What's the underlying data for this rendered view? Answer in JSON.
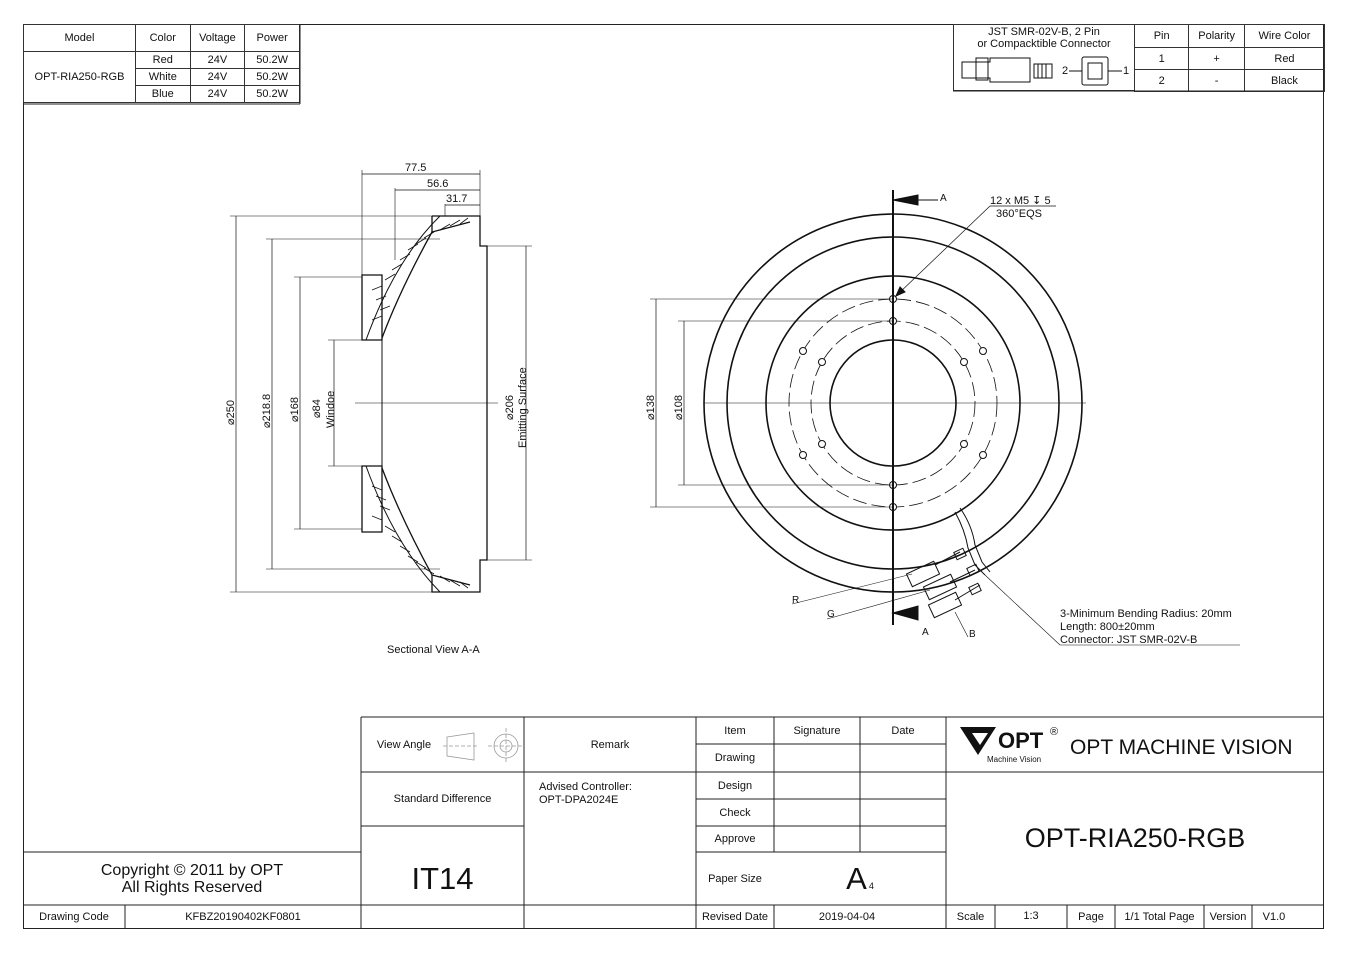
{
  "model_table": {
    "headers": [
      "Model",
      "Color",
      "Voltage",
      "Power"
    ],
    "model": "OPT-RIA250-RGB",
    "rows": [
      {
        "color": "Red",
        "voltage": "24V",
        "power": "50.2W"
      },
      {
        "color": "White",
        "voltage": "24V",
        "power": "50.2W"
      },
      {
        "color": "Blue",
        "voltage": "24V",
        "power": "50.2W"
      }
    ]
  },
  "connector_table": {
    "connector_line1": "JST SMR-02V-B, 2 Pin",
    "connector_line2": "or Compacktible Connector",
    "pin_label_2": "2",
    "pin_label_1": "1",
    "headers": [
      "Pin",
      "Polarity",
      "Wire Color"
    ],
    "rows": [
      {
        "pin": "1",
        "polarity": "+",
        "wire": "Red"
      },
      {
        "pin": "2",
        "polarity": "-",
        "wire": "Black"
      }
    ]
  },
  "section_view": {
    "dim_total": "77.5",
    "dim_mid": "56.6",
    "dim_inner": "31.7",
    "d250": "250",
    "d218": "218.8",
    "d168": "168",
    "d84": "84",
    "window": "Windoe",
    "d206": "206",
    "emitting": "Emitting Surface",
    "caption": "Sectional View A-A"
  },
  "front_view": {
    "section_a": "A",
    "holes_line1": "12 x M5 ↧ 5",
    "holes_line2": "360°EQS",
    "d138": "138",
    "d108": "108",
    "wire_r": "R",
    "wire_g": "G",
    "wire_b": "B",
    "note1": "3-Minimum Bending Radius: 20mm",
    "note2": "Length: 800±20mm",
    "note3": "Connector: JST SMR-02V-B"
  },
  "title_block": {
    "view_angle": "View Angle",
    "remark": "Remark",
    "std_diff": "Standard Difference",
    "advised1": "Advised Controller:",
    "advised2": "OPT-DPA2024E",
    "tolerance": "IT14",
    "item": "Item",
    "signature": "Signature",
    "date": "Date",
    "drawing": "Drawing",
    "design": "Design",
    "check": "Check",
    "approve": "Approve",
    "paper_size_label": "Paper Size",
    "paper_size": "A",
    "paper_size_sub": "4",
    "revised_label": "Revised Date",
    "revised_date": "2019-04-04",
    "logo_text": "OPT",
    "logo_reg": "®",
    "logo_sub": "Machine Vision",
    "company": "OPT MACHINE VISION",
    "part_no": "OPT-RIA250-RGB",
    "scale_label": "Scale",
    "scale": "1:3",
    "page_label": "Page",
    "page_total": "1/1 Total Page",
    "version_label": "Version",
    "version": "V1.0",
    "copyright1": "Copyright © 2011 by OPT",
    "copyright2": "All Rights Reserved",
    "drawing_code_label": "Drawing Code",
    "drawing_code": "KFBZ20190402KF0801"
  }
}
